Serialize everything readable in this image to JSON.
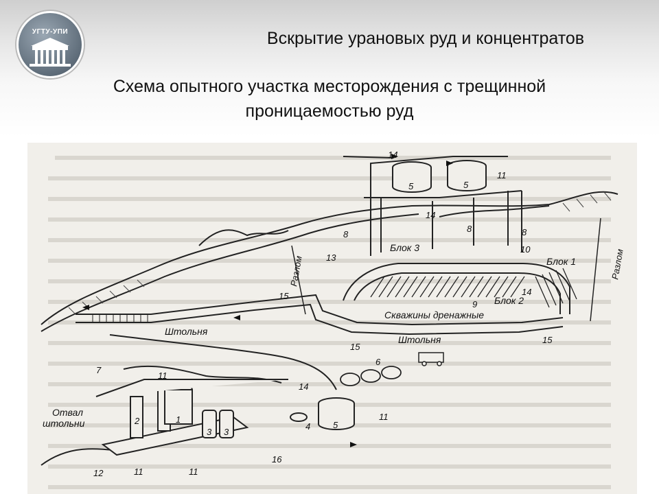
{
  "header": {
    "logo_text": "УГТУ-УПИ",
    "title": "Вскрытие урановых руд и концентратов"
  },
  "subtitle": {
    "line1": "Схема опытного участка месторождения с трещинной",
    "line2": "проницаемостью руд"
  },
  "diagram": {
    "labels": {
      "shtolnya_1": "Штольня",
      "shtolnya_2": "Штольня",
      "razlom_1": "Разлом",
      "razlom_2": "Разлом",
      "blok_1": "Блок 1",
      "blok_2": "Блок 2",
      "blok_3": "Блок 3",
      "skvazhiny": "Скважины дренажные",
      "otval_1": "Отвал",
      "otval_2": "штольни"
    },
    "numbers": {
      "n14a": "14",
      "n14b": "14",
      "n14c": "14",
      "n14d": "14",
      "n5a": "5",
      "n5b": "5",
      "n5c": "5",
      "n11a": "11",
      "n11b": "11",
      "n11c": "11",
      "n11d": "11",
      "n11e": "11",
      "n8a": "8",
      "n8b": "8",
      "n8c": "8",
      "n10": "10",
      "n13": "13",
      "n15a": "15",
      "n15b": "15",
      "n15c": "15",
      "n9": "9",
      "n7": "7",
      "n6": "6",
      "n1": "1",
      "n2": "2",
      "n3a": "3",
      "n3b": "3",
      "n4": "4",
      "n12": "12",
      "n16": "16"
    }
  }
}
